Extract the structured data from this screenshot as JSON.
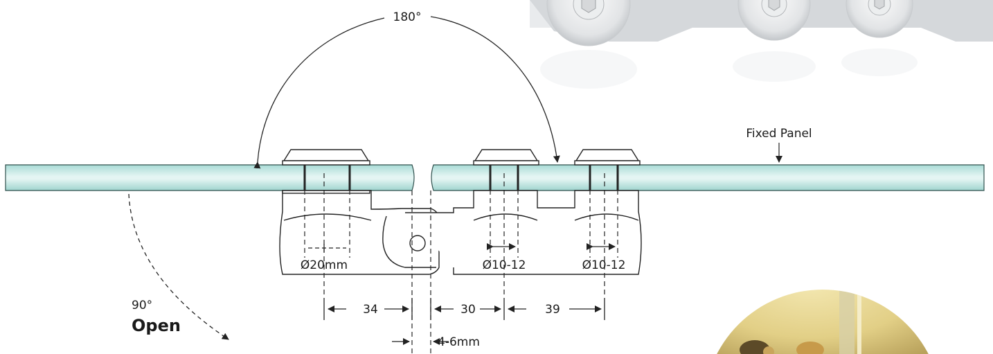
{
  "diagram": {
    "angle_top": "180°",
    "fixed_panel_label": "Fixed Panel",
    "angle_open": "90°",
    "open_label": "Open",
    "hole_labels": [
      "Ø20mm",
      "Ø10-12",
      "Ø10-12"
    ],
    "dimensions": [
      "34",
      "30",
      "39"
    ],
    "gap_label": "4-6mm"
  },
  "colors": {
    "glass_edge": "#5aa6a0",
    "glass_fill": "#bfe5e1",
    "hardware_line": "#222222",
    "photo_gold": "#e8d89a"
  }
}
